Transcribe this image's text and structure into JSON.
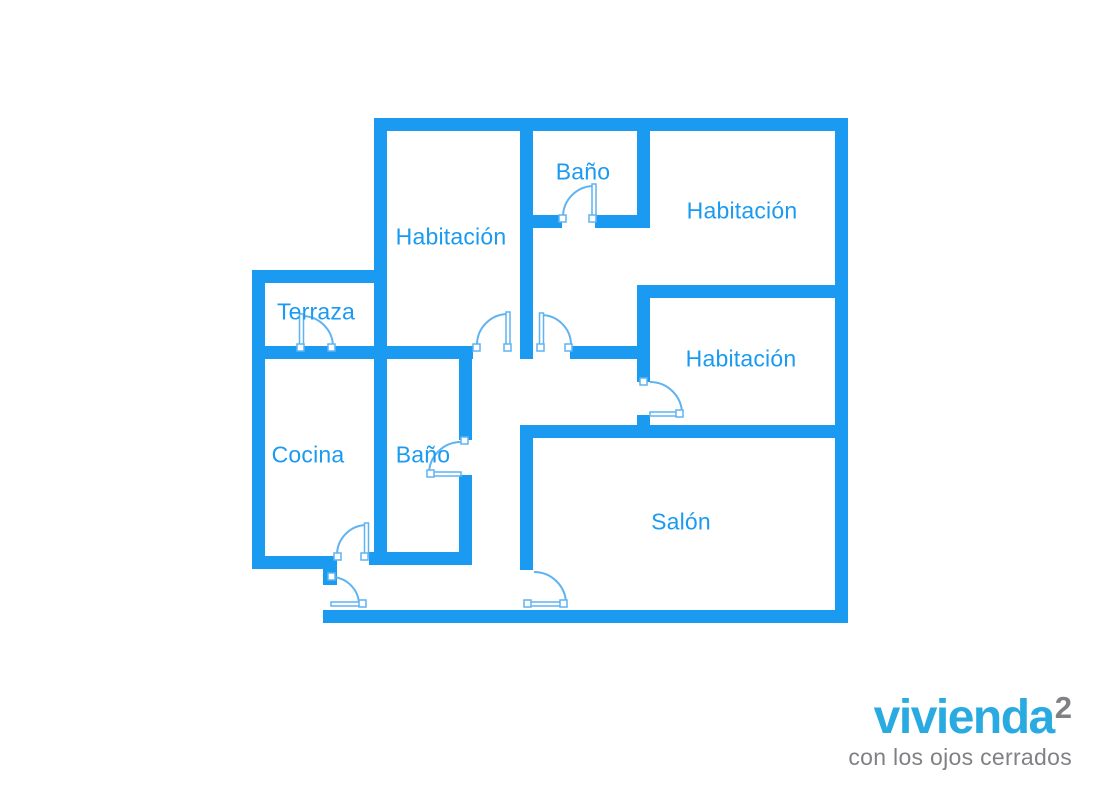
{
  "plan": {
    "rooms": [
      {
        "id": "terraza",
        "label": "Terraza"
      },
      {
        "id": "cocina",
        "label": "Cocina"
      },
      {
        "id": "bano-bottom",
        "label": "Baño"
      },
      {
        "id": "habitacion-top-left",
        "label": "Habitación"
      },
      {
        "id": "bano-top",
        "label": "Baño"
      },
      {
        "id": "habitacion-top-right",
        "label": "Habitación"
      },
      {
        "id": "habitacion-mid-right",
        "label": "Habitación"
      },
      {
        "id": "salon",
        "label": "Salón"
      }
    ]
  },
  "logo": {
    "brand": "vivienda",
    "superscript": "2",
    "tagline": "con los ojos cerrados"
  },
  "colors": {
    "wall": "#1a9af0",
    "room_label": "#1a9af0",
    "door_symbol": "#5fb3f3",
    "logo_blue": "#29aae1",
    "logo_gray": "#808184",
    "background": "#ffffff"
  }
}
